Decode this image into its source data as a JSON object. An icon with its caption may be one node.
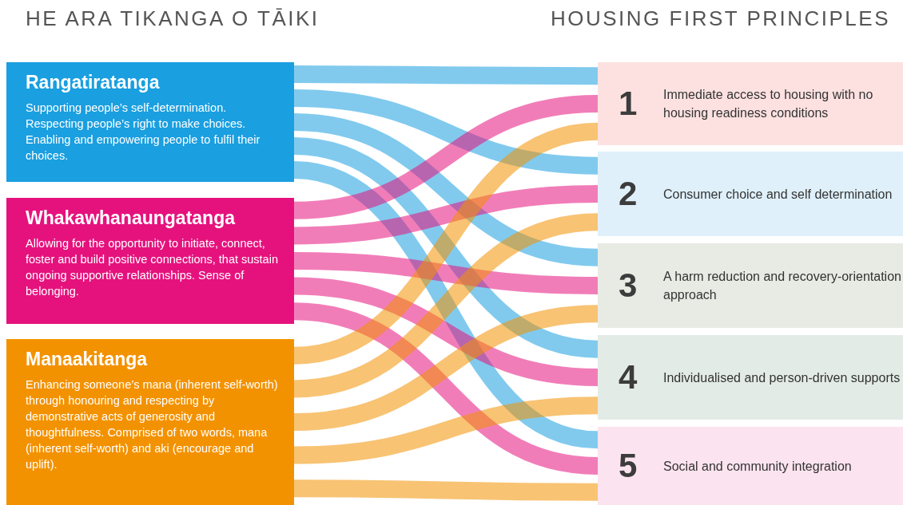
{
  "diagram": {
    "nodes": [
      {
        "text": [
          "Rangatiratanga",
          "Supporting people’s self-determination. Respecting people’s right to make choices. Enabling and empowering people to fulfil their choices."
        ]
      },
      {
        "text": [
          "Whakawhanaungatanga",
          "Allowing for the opportunity to initiate, connect, foster and build positive connections, that sustain ongoing supportive relationships. Sense of belonging."
        ]
      },
      {
        "text": [
          "Manaakitanga",
          "Enhancing someone’s mana (inherent self-worth) through honouring and respecting by demonstrative acts of generosity and thoughtfulness. Comprised of two words, mana (inherent self-worth) and aki (encourage and uplift)."
        ]
      },
      {
        "text": [
          "1",
          "Immediate access to housing with no housing readiness conditions"
        ]
      },
      {
        "text": [
          "2",
          "Consumer choice and self determination"
        ]
      },
      {
        "text": [
          "3",
          "A harm reduction and recovery-orientation approach"
        ]
      },
      {
        "text": [
          "4",
          "Individualised and person-driven supports"
        ]
      },
      {
        "text": [
          "5",
          "Social and community integration"
        ]
      }
    ],
    "edges": [
      {
        "from": 0,
        "to": 3,
        "arrow": "none",
        "color": "#1a9fe0"
      },
      {
        "from": 0,
        "to": 4,
        "arrow": "none",
        "color": "#1a9fe0"
      },
      {
        "from": 0,
        "to": 5,
        "arrow": "none",
        "color": "#1a9fe0"
      },
      {
        "from": 0,
        "to": 6,
        "arrow": "none",
        "color": "#1a9fe0"
      },
      {
        "from": 0,
        "to": 7,
        "arrow": "none",
        "color": "#1a9fe0"
      },
      {
        "from": 1,
        "to": 3,
        "arrow": "none",
        "color": "#e5127d"
      },
      {
        "from": 1,
        "to": 4,
        "arrow": "none",
        "color": "#e5127d"
      },
      {
        "from": 1,
        "to": 5,
        "arrow": "none",
        "color": "#e5127d"
      },
      {
        "from": 1,
        "to": 6,
        "arrow": "none",
        "color": "#e5127d"
      },
      {
        "from": 1,
        "to": 7,
        "arrow": "none",
        "color": "#e5127d"
      },
      {
        "from": 2,
        "to": 3,
        "arrow": "none",
        "color": "#f39200"
      },
      {
        "from": 2,
        "to": 4,
        "arrow": "none",
        "color": "#f39200"
      },
      {
        "from": 2,
        "to": 5,
        "arrow": "none",
        "color": "#f39200"
      },
      {
        "from": 2,
        "to": 6,
        "arrow": "none",
        "color": "#f39200"
      },
      {
        "from": 2,
        "to": 7,
        "arrow": "none",
        "color": "#f39200"
      }
    ],
    "labels": [
      "HE ARA TIKANGA O TĀIKI",
      "HOUSING FIRST PRINCIPLES"
    ]
  }
}
